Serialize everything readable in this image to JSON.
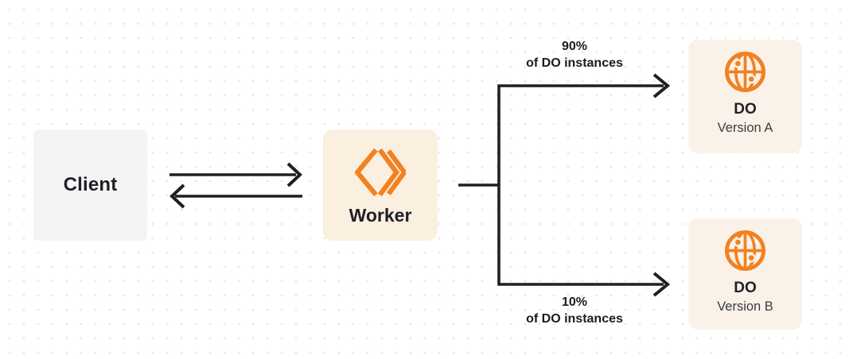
{
  "diagram": {
    "nodes": {
      "client": {
        "label": "Client"
      },
      "worker": {
        "label": "Worker",
        "icon": "workers-icon"
      },
      "do_version_a": {
        "title": "DO",
        "subtitle": "Version A",
        "icon": "globe-icon"
      },
      "do_version_b": {
        "title": "DO",
        "subtitle": "Version B",
        "icon": "globe-icon"
      }
    },
    "edges": {
      "client_worker": {
        "type": "bidirectional-arrows"
      },
      "split_top": {
        "percent": "90%",
        "caption": "of DO instances",
        "target": "do_version_a"
      },
      "split_bottom": {
        "percent": "10%",
        "caption": "of DO instances",
        "target": "do_version_b"
      }
    },
    "colors": {
      "background": "#FFFFFF",
      "dot_grid": "#E7E7E9",
      "connector_line": "#1F1F1F",
      "accent_orange": "#F28121",
      "client_bg": "#F4F4F5",
      "worker_bg": "#FBF0E0",
      "do_bg": "#FAF2E8",
      "text_primary": "#202127",
      "text_secondary": "#3A3B41"
    }
  }
}
